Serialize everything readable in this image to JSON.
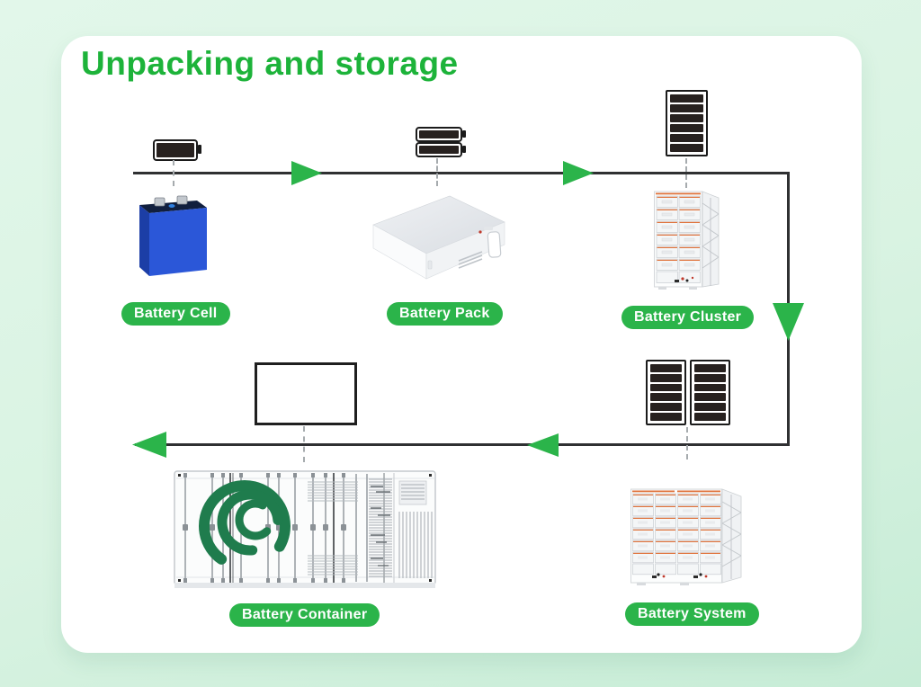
{
  "header": {
    "title": "Unpacking and storage"
  },
  "diagram": {
    "stages": [
      {
        "id": "battery-cell",
        "label": "Battery Cell",
        "icon": "single-battery-icon"
      },
      {
        "id": "battery-pack",
        "label": "Battery Pack",
        "icon": "double-battery-icon"
      },
      {
        "id": "battery-cluster",
        "label": "Battery Cluster",
        "icon": "battery-stack-6-icon"
      },
      {
        "id": "battery-system",
        "label": "Battery System",
        "icon": "double-battery-stack-icon"
      },
      {
        "id": "battery-container",
        "label": "Battery Container",
        "icon": "empty-box-outline-icon"
      }
    ],
    "flow_order": [
      "Battery Cell",
      "Battery Pack",
      "Battery Cluster",
      "Battery System",
      "Battery Container"
    ],
    "flow_directions": [
      "right",
      "right",
      "down",
      "left",
      "left"
    ]
  },
  "colors": {
    "accent_green": "#2bb44a",
    "title_green": "#1db33a",
    "flow_line": "#2f3032",
    "background_mint": "#d9f3e2",
    "card": "#ffffff",
    "battery_cell_blue": "#2b57d8",
    "module_accent_orange": "#e0743d",
    "container_logo_green": "#1f7c4d",
    "battery_glyph_dark": "#27211f"
  }
}
